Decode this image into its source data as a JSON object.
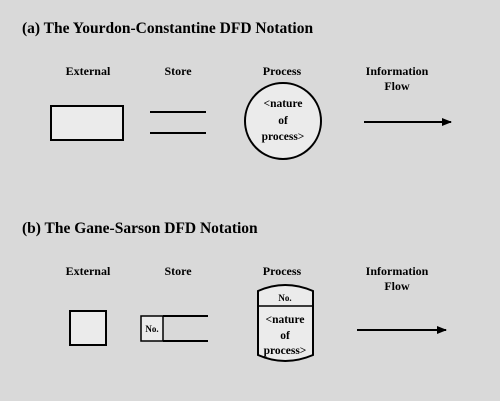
{
  "section_a": {
    "title": "(a)  The Yourdon-Constantine DFD Notation",
    "labels": {
      "external": "External",
      "store": "Store",
      "process": "Process",
      "flow": [
        "Information",
        "Flow"
      ]
    },
    "process_text": [
      "<nature",
      "of",
      "process>"
    ]
  },
  "section_b": {
    "title": "(b)  The Gane-Sarson DFD Notation",
    "labels": {
      "external": "External",
      "store": "Store",
      "process": "Process",
      "flow": [
        "Information",
        "Flow"
      ]
    },
    "store_id": "No.",
    "process_id": "No.",
    "process_text": [
      "<nature",
      "of",
      "process>"
    ]
  }
}
